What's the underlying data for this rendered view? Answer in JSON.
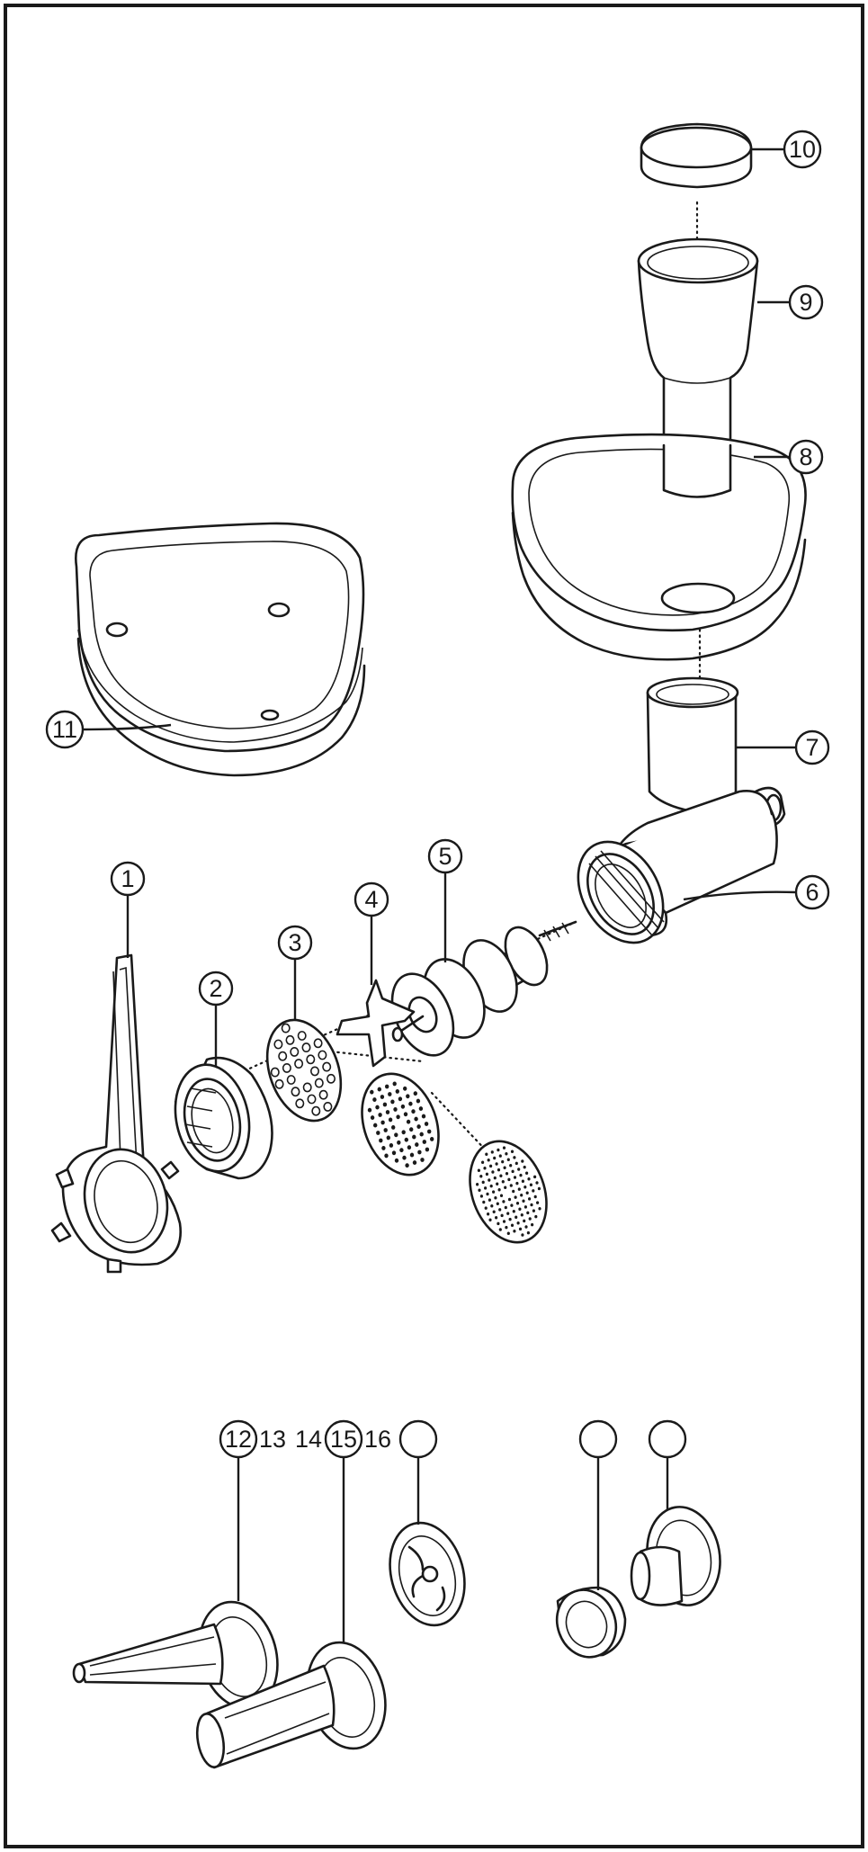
{
  "diagram": {
    "type": "exploded-parts-diagram",
    "callouts": [
      {
        "id": "1",
        "label": "1"
      },
      {
        "id": "2",
        "label": "2"
      },
      {
        "id": "3",
        "label": "3"
      },
      {
        "id": "4",
        "label": "4"
      },
      {
        "id": "5",
        "label": "5"
      },
      {
        "id": "6",
        "label": "6"
      },
      {
        "id": "7",
        "label": "7"
      },
      {
        "id": "8",
        "label": "8"
      },
      {
        "id": "9",
        "label": "9"
      },
      {
        "id": "10",
        "label": "10"
      },
      {
        "id": "11",
        "label": "11"
      },
      {
        "id": "12",
        "label": "12"
      },
      {
        "id": "15",
        "label": "15"
      }
    ],
    "free_labels": [
      {
        "id": "13",
        "label": "13"
      },
      {
        "id": "14",
        "label": "14"
      },
      {
        "id": "16",
        "label": "16"
      }
    ],
    "empty_callouts": 3,
    "parts": [
      "wrench",
      "ring-nut",
      "coarse-plate",
      "cross-blade",
      "worm-screw",
      "grinder-body",
      "feed-neck",
      "food-tray",
      "pusher",
      "pusher-cap",
      "storage-case",
      "medium-plate",
      "fine-plate",
      "large-sausage-tube",
      "small-sausage-tube",
      "sausage-adapter",
      "kibbe-cone",
      "kibbe-former"
    ]
  }
}
